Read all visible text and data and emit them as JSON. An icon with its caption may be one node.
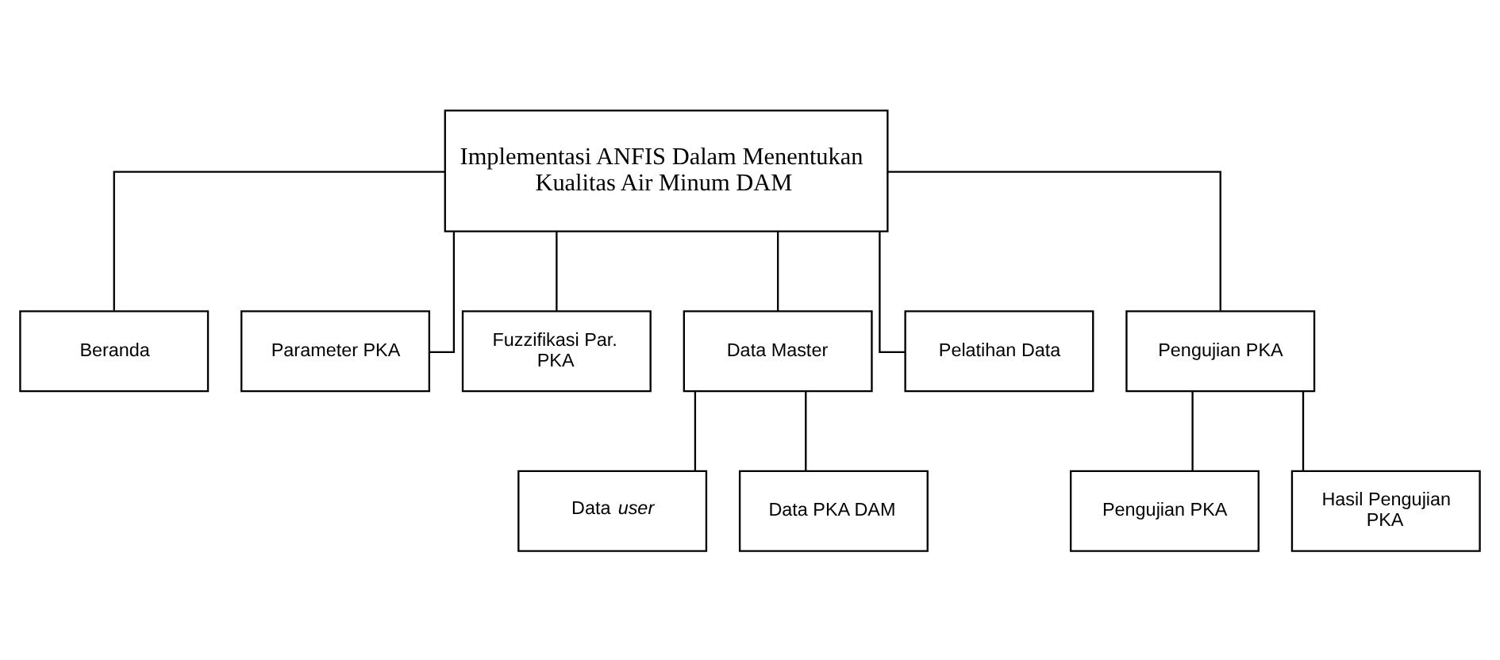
{
  "diagram": {
    "nodes": [
      {
        "text": [
          "Implementasi ANFIS Dalam Menentukan Kualitas Air Minum DAM"
        ]
      },
      {
        "text": [
          "Beranda"
        ]
      },
      {
        "text": [
          "Parameter PKA"
        ]
      },
      {
        "text": [
          "Fuzzifikasi Par. PKA"
        ]
      },
      {
        "text": [
          "Data Master"
        ]
      },
      {
        "text": [
          "Pelatihan Data"
        ]
      },
      {
        "text": [
          "Pengujian PKA"
        ]
      },
      {
        "text": [
          "Data *user*"
        ]
      },
      {
        "text": [
          "Data PKA DAM"
        ]
      },
      {
        "text": [
          "Pengujian PKA"
        ]
      },
      {
        "text": [
          "Hasil Pengujian PKA"
        ]
      }
    ],
    "edges": [
      {
        "from": 0,
        "to": 1,
        "arrow": "none"
      },
      {
        "from": 0,
        "to": 2,
        "arrow": "none"
      },
      {
        "from": 0,
        "to": 3,
        "arrow": "none"
      },
      {
        "from": 0,
        "to": 4,
        "arrow": "none"
      },
      {
        "from": 0,
        "to": 5,
        "arrow": "none"
      },
      {
        "from": 0,
        "to": 6,
        "arrow": "none"
      },
      {
        "from": 4,
        "to": 7,
        "arrow": "none"
      },
      {
        "from": 4,
        "to": 8,
        "arrow": "none"
      },
      {
        "from": 6,
        "to": 9,
        "arrow": "none"
      },
      {
        "from": 6,
        "to": 10,
        "arrow": "none"
      }
    ]
  }
}
